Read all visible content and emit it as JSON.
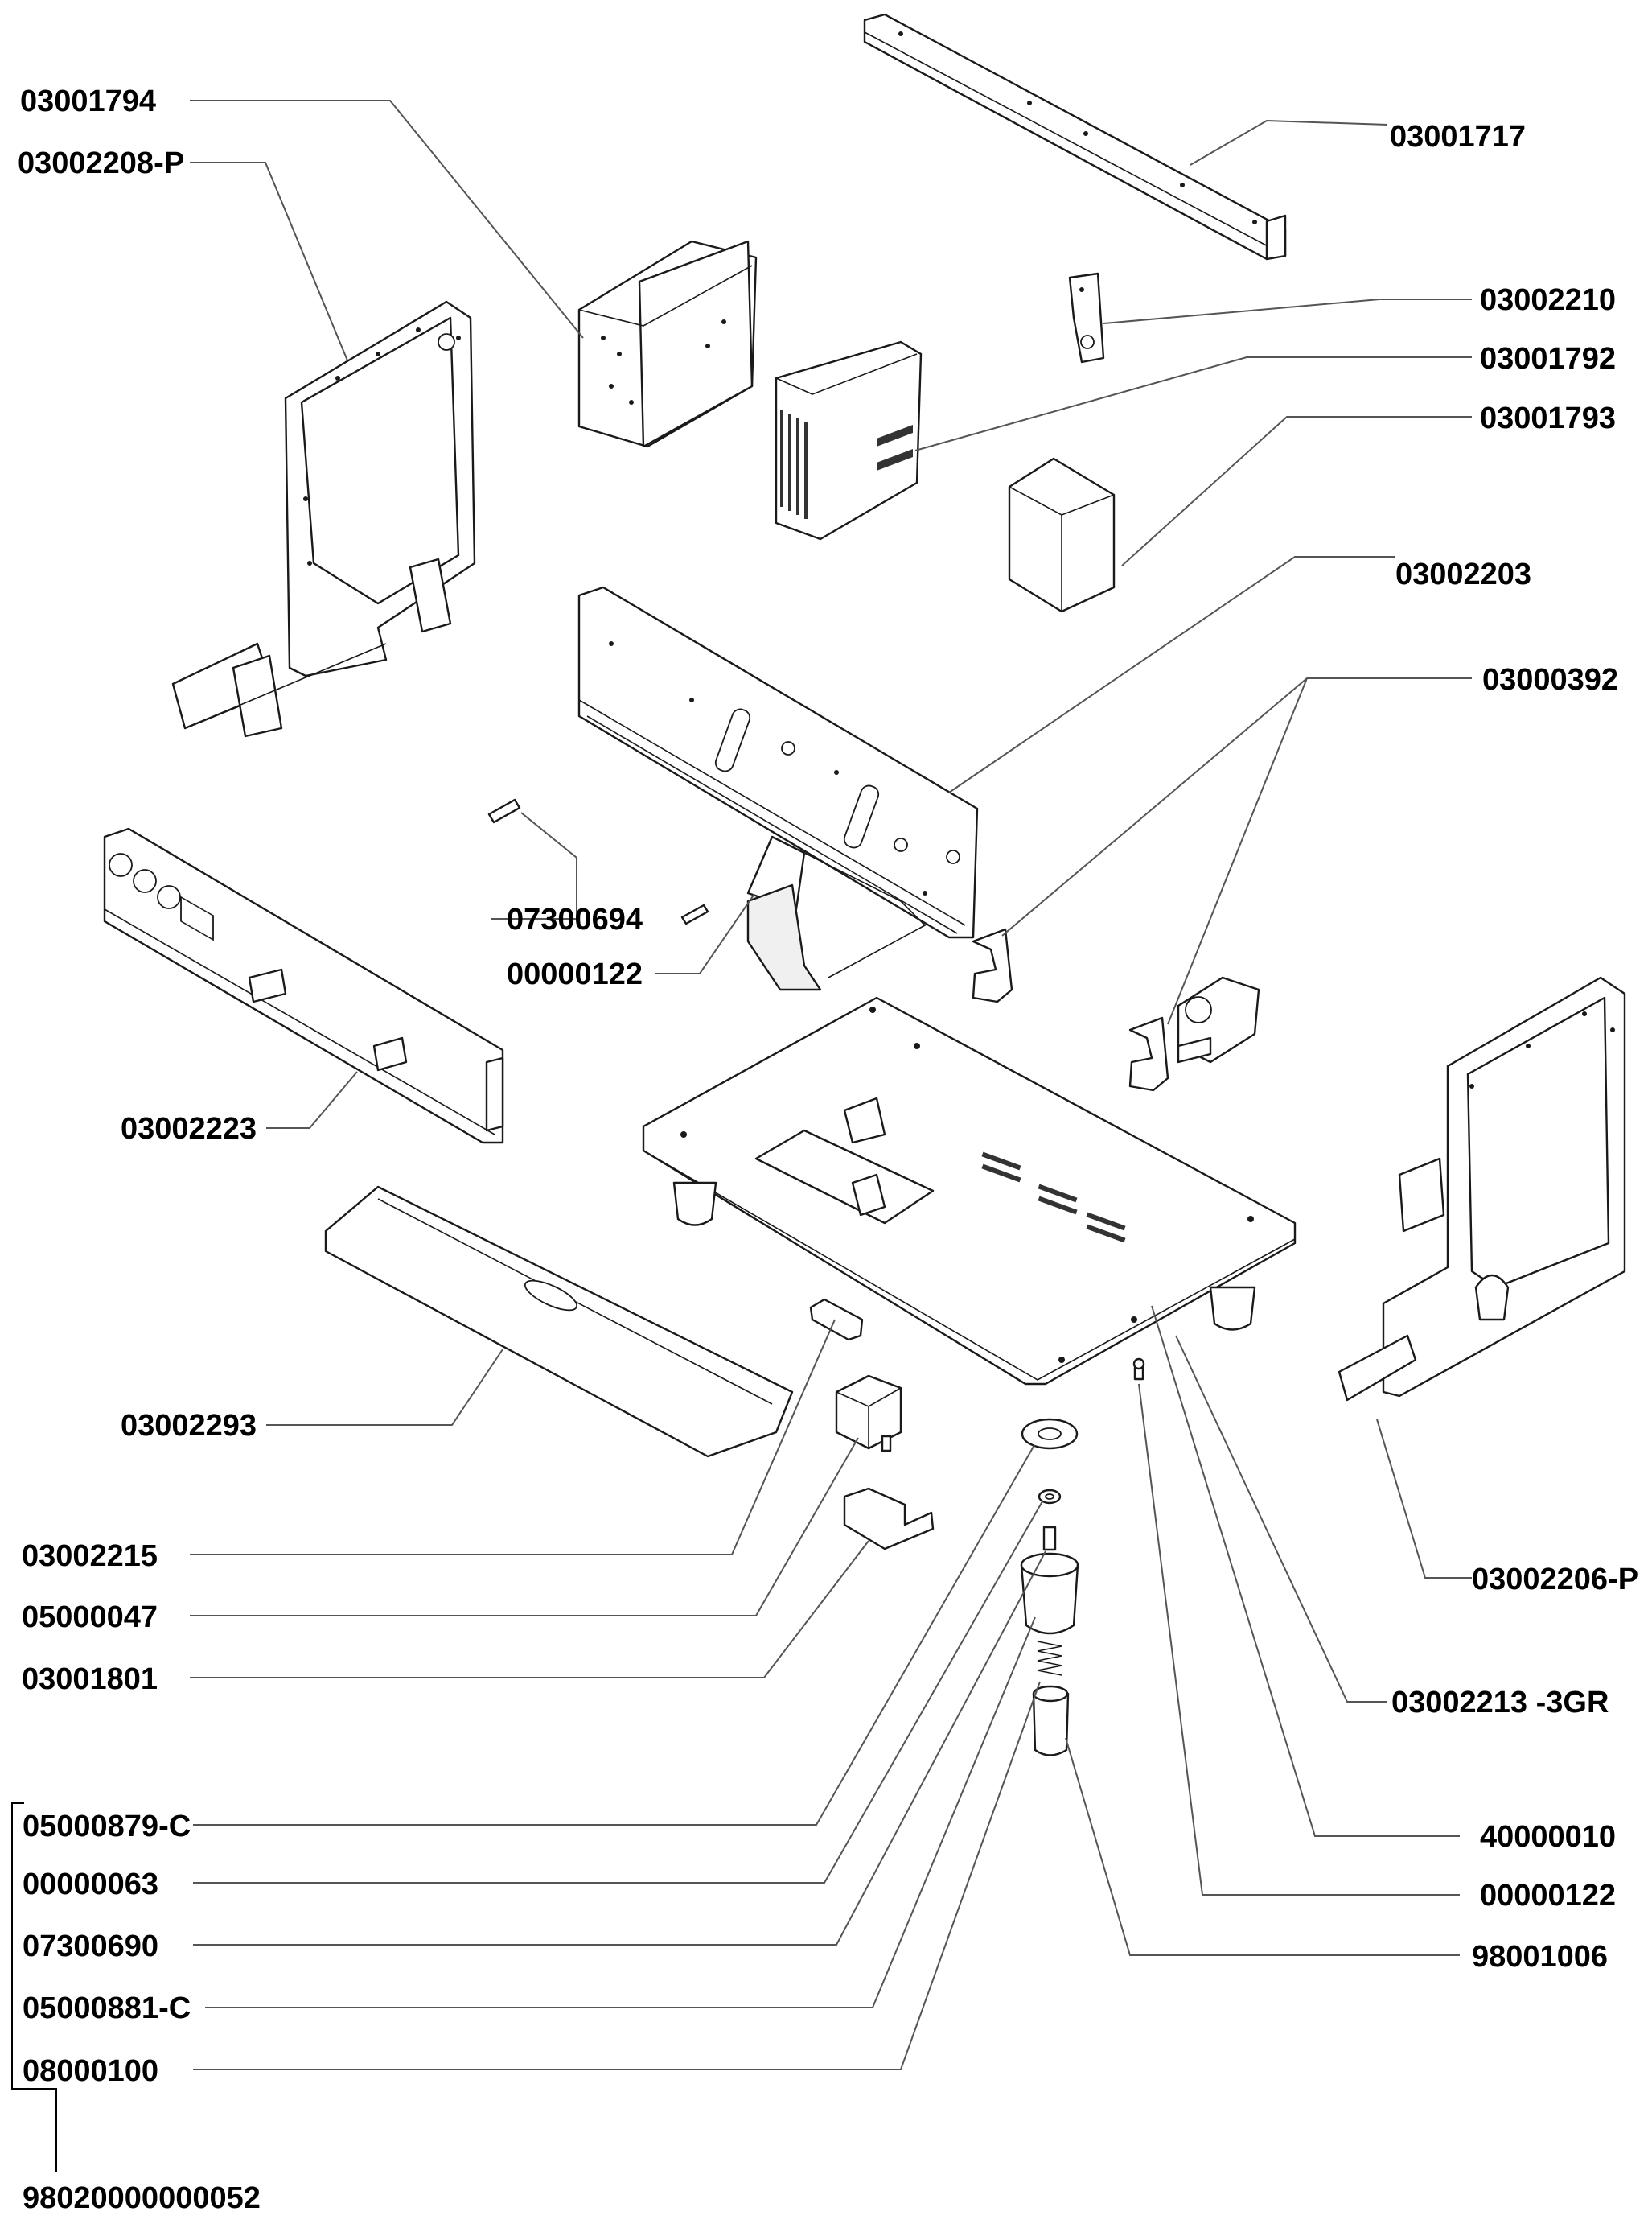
{
  "diagram": {
    "labels": [
      "03001794",
      "03002208-P",
      "03001717",
      "03002210",
      "03001792",
      "03001793",
      "03002203",
      "03000392",
      "07300694",
      "00000122",
      "03002223",
      "03002293",
      "03002215",
      "05000047",
      "03001801",
      "03002206-P",
      "03002213 -3GR",
      "05000879-C",
      "00000063",
      "07300690",
      "05000881-C",
      "08000100",
      "40000010",
      "00000122",
      "98001006",
      "98020000000052"
    ],
    "group_label": "98020000000052"
  }
}
